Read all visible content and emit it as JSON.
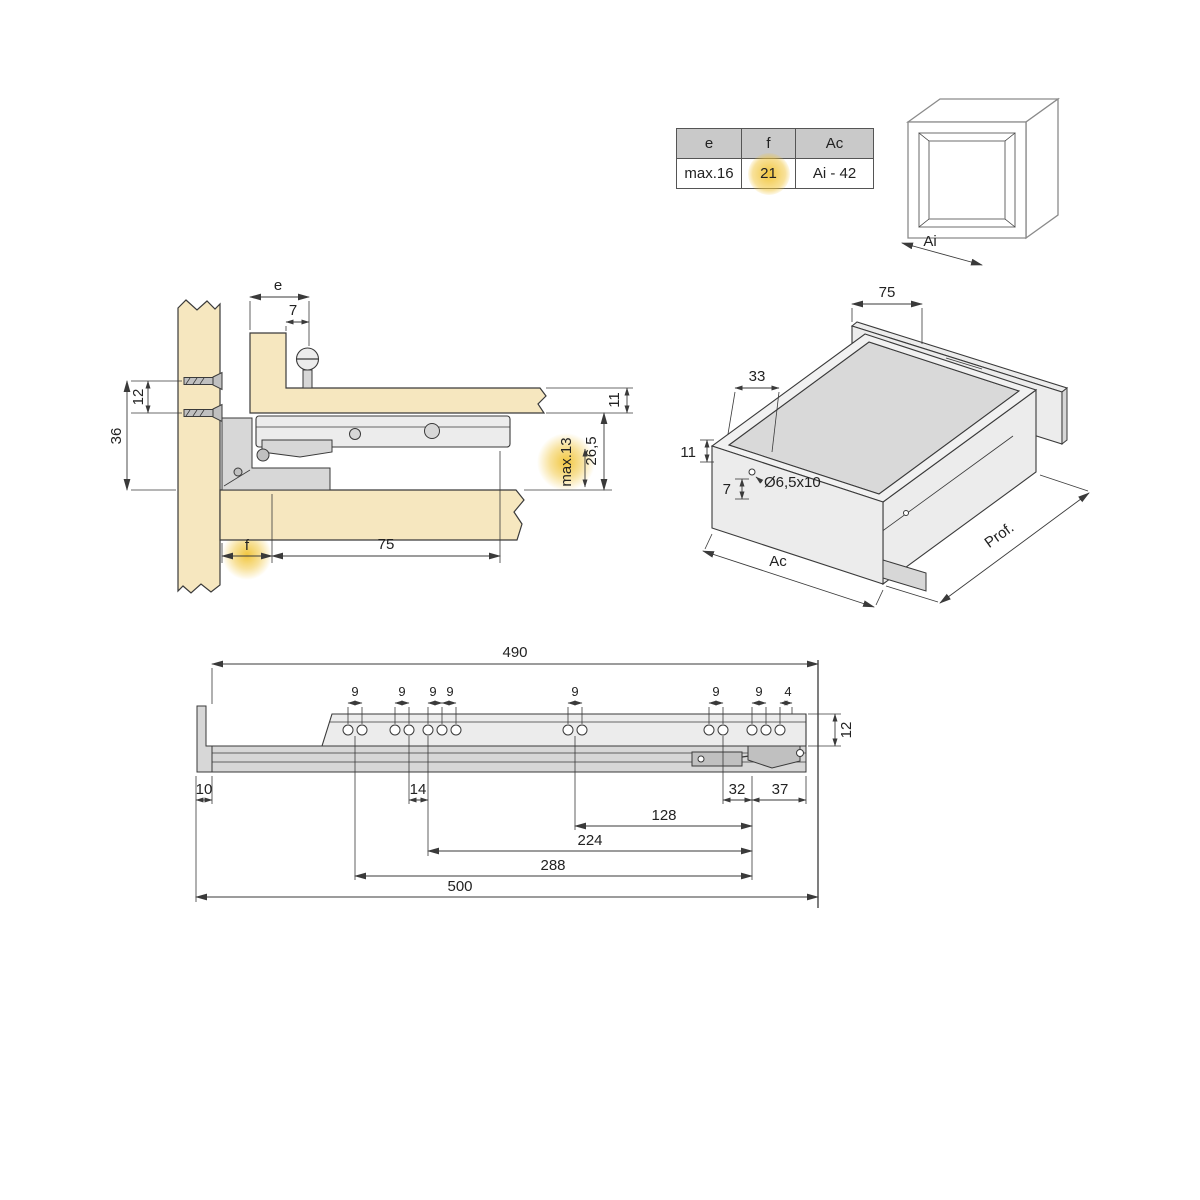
{
  "spec_table": {
    "headers": [
      "e",
      "f",
      "Ac"
    ],
    "values": [
      "max.16",
      "21",
      "Ai - 42"
    ]
  },
  "cabinet_iso": {
    "interior_width": "Ai"
  },
  "cross_section": {
    "dims": {
      "e": "e",
      "d7": "7",
      "d12": "12",
      "d36": "36",
      "d11": "11",
      "d26_5": "26,5",
      "max13": "max.13",
      "f": "f",
      "d75": "75"
    }
  },
  "drawer_iso": {
    "dims": {
      "d75": "75",
      "d33": "33",
      "d11": "11",
      "d7": "7",
      "hole": "Ø6,5x10",
      "ac": "Ac",
      "prof": "Prof."
    }
  },
  "rail_view": {
    "dims": {
      "d490": "490",
      "d9": "9",
      "d4": "4",
      "d12": "12",
      "d10": "10",
      "d14": "14",
      "d32": "32",
      "d37": "37",
      "d128": "128",
      "d224": "224",
      "d288": "288",
      "d500": "500"
    }
  },
  "colors": {
    "wood": "#f6e7bf",
    "metal": "#ececec",
    "line": "#3a3a3a",
    "highlight": "#f1c436",
    "table_header_bg": "#c9c9c9"
  }
}
